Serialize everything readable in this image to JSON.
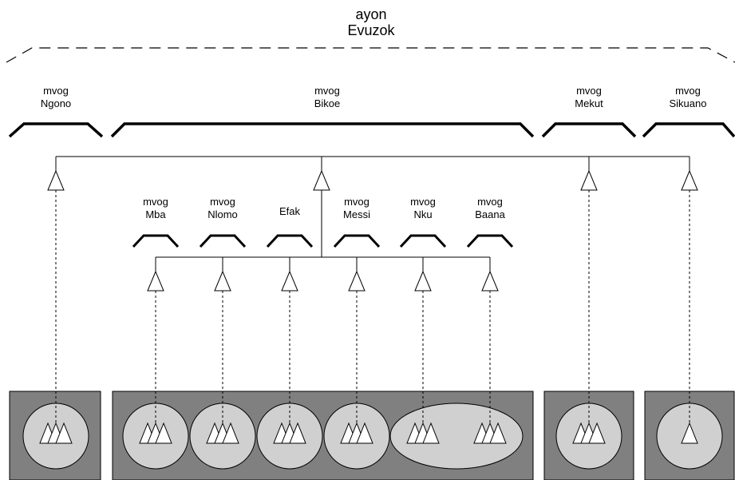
{
  "top": {
    "line1": "ayon",
    "line2": "Evuzok"
  },
  "level1": [
    {
      "line1": "mvog",
      "line2": "Ngono"
    },
    {
      "line1": "mvog",
      "line2": "Bikoe"
    },
    {
      "line1": "mvog",
      "line2": "Mekut"
    },
    {
      "line1": "mvog",
      "line2": "Sikuano"
    }
  ],
  "level2": [
    {
      "line1": "mvog",
      "line2": "Mba"
    },
    {
      "line1": "mvog",
      "line2": "Nlomo"
    },
    {
      "line1": "",
      "line2": "Efak"
    },
    {
      "line1": "mvog",
      "line2": "Messi"
    },
    {
      "line1": "mvog",
      "line2": "Nku"
    },
    {
      "line1": "mvog",
      "line2": "Baana"
    }
  ],
  "colors": {
    "box": "#808080",
    "circle": "#d0d0d0",
    "line": "#000000",
    "triangle_fill": "#ffffff"
  }
}
